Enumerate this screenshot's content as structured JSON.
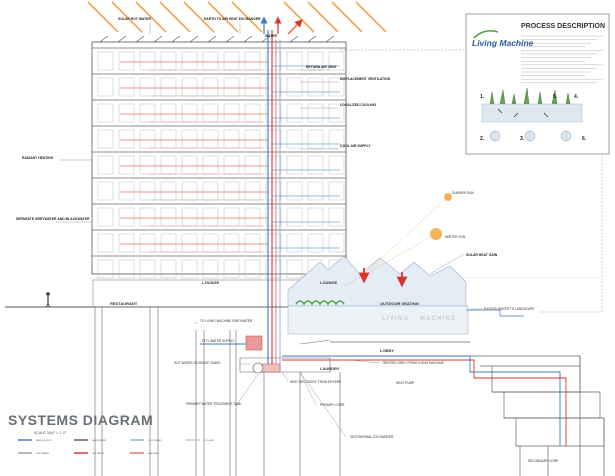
{
  "title": "SYSTEMS DIAGRAM",
  "scale": "SCALE 3/64\" = 1'-0\"",
  "process": {
    "logo": "Living Machine",
    "heading": "PROCESS DESCRIPTION",
    "steps": [
      "1.",
      "2.",
      "3.",
      "4.",
      "5.",
      "6."
    ]
  },
  "labels": {
    "solar_hot_water": "SOLAR HOT WATER",
    "earth_heat_exchanger": "EARTH TO AIR HEAT EXCHANGER",
    "water": "WATER",
    "return_air": "RETURN AIR VENT",
    "displacement_ventilation": "DISPLACEMENT VENTILATION",
    "localized_cooling": "LOCALIZED COOLING",
    "cool_air_supply": "COOL AIR SUPPLY",
    "radiant_heating": "RADIANT HEATING",
    "separate_greywater": "SEPARATE GREYWATER AND BLACKWATER",
    "summer_sun": "SUMMER SUN",
    "winter_sun": "WINTER SUN",
    "solar_heat_gain": "SOLAR HEAT GAIN",
    "lounge_left": "LOUNGE",
    "lounge_right": "LOUNGE",
    "restaurant": "RESTAURANT",
    "outdoor_seating": "OUTDOOR SEATING",
    "living": "LIVING",
    "machine": "MACHINE",
    "to_living_machine": "TO LIVING MACHINE GREYWATER",
    "city_water_supply": "CITY WATER SUPPLY",
    "hot_water_storage": "HOT WATER STORAGE TANKS",
    "primary_water_treatment": "PRIMARY WATER TREATMENT TANK",
    "excess_water": "EXCESS WATER TO LANDSCAPE",
    "lobby": "LOBBY",
    "treated_grey": "TREATED GREY FROM LIVING MACHINE",
    "laundry": "LAUNDRY",
    "heat_recovery": "HEAT RECOVERY FROM DRYERS",
    "heat_pump": "HEAT PUMP",
    "primary_core": "PRIMARY CORE",
    "geothermal": "GEOTHERMAL EXCHANGER",
    "secondary_core": "SECONDARY CORE"
  },
  "legend": [
    {
      "label": "WATER SUPPLY",
      "color": "#3a78c0"
    },
    {
      "label": "BLACKWATER",
      "color": "#7a4a3a"
    },
    {
      "label": "COOL WATER",
      "color": "#7fb0e0"
    },
    {
      "label": "COOL AIR",
      "color": "#a8d0f0"
    },
    {
      "label": "GREYWATER",
      "color": "#9a9a9a"
    },
    {
      "label": "HOT WATER",
      "color": "#d03030"
    },
    {
      "label": "WARM AIR",
      "color": "#e87070"
    }
  ],
  "colors": {
    "hot": "#d9342b",
    "cool": "#3b7cc4",
    "sun": "#f3a54a",
    "structure": "#6b6b6b"
  }
}
